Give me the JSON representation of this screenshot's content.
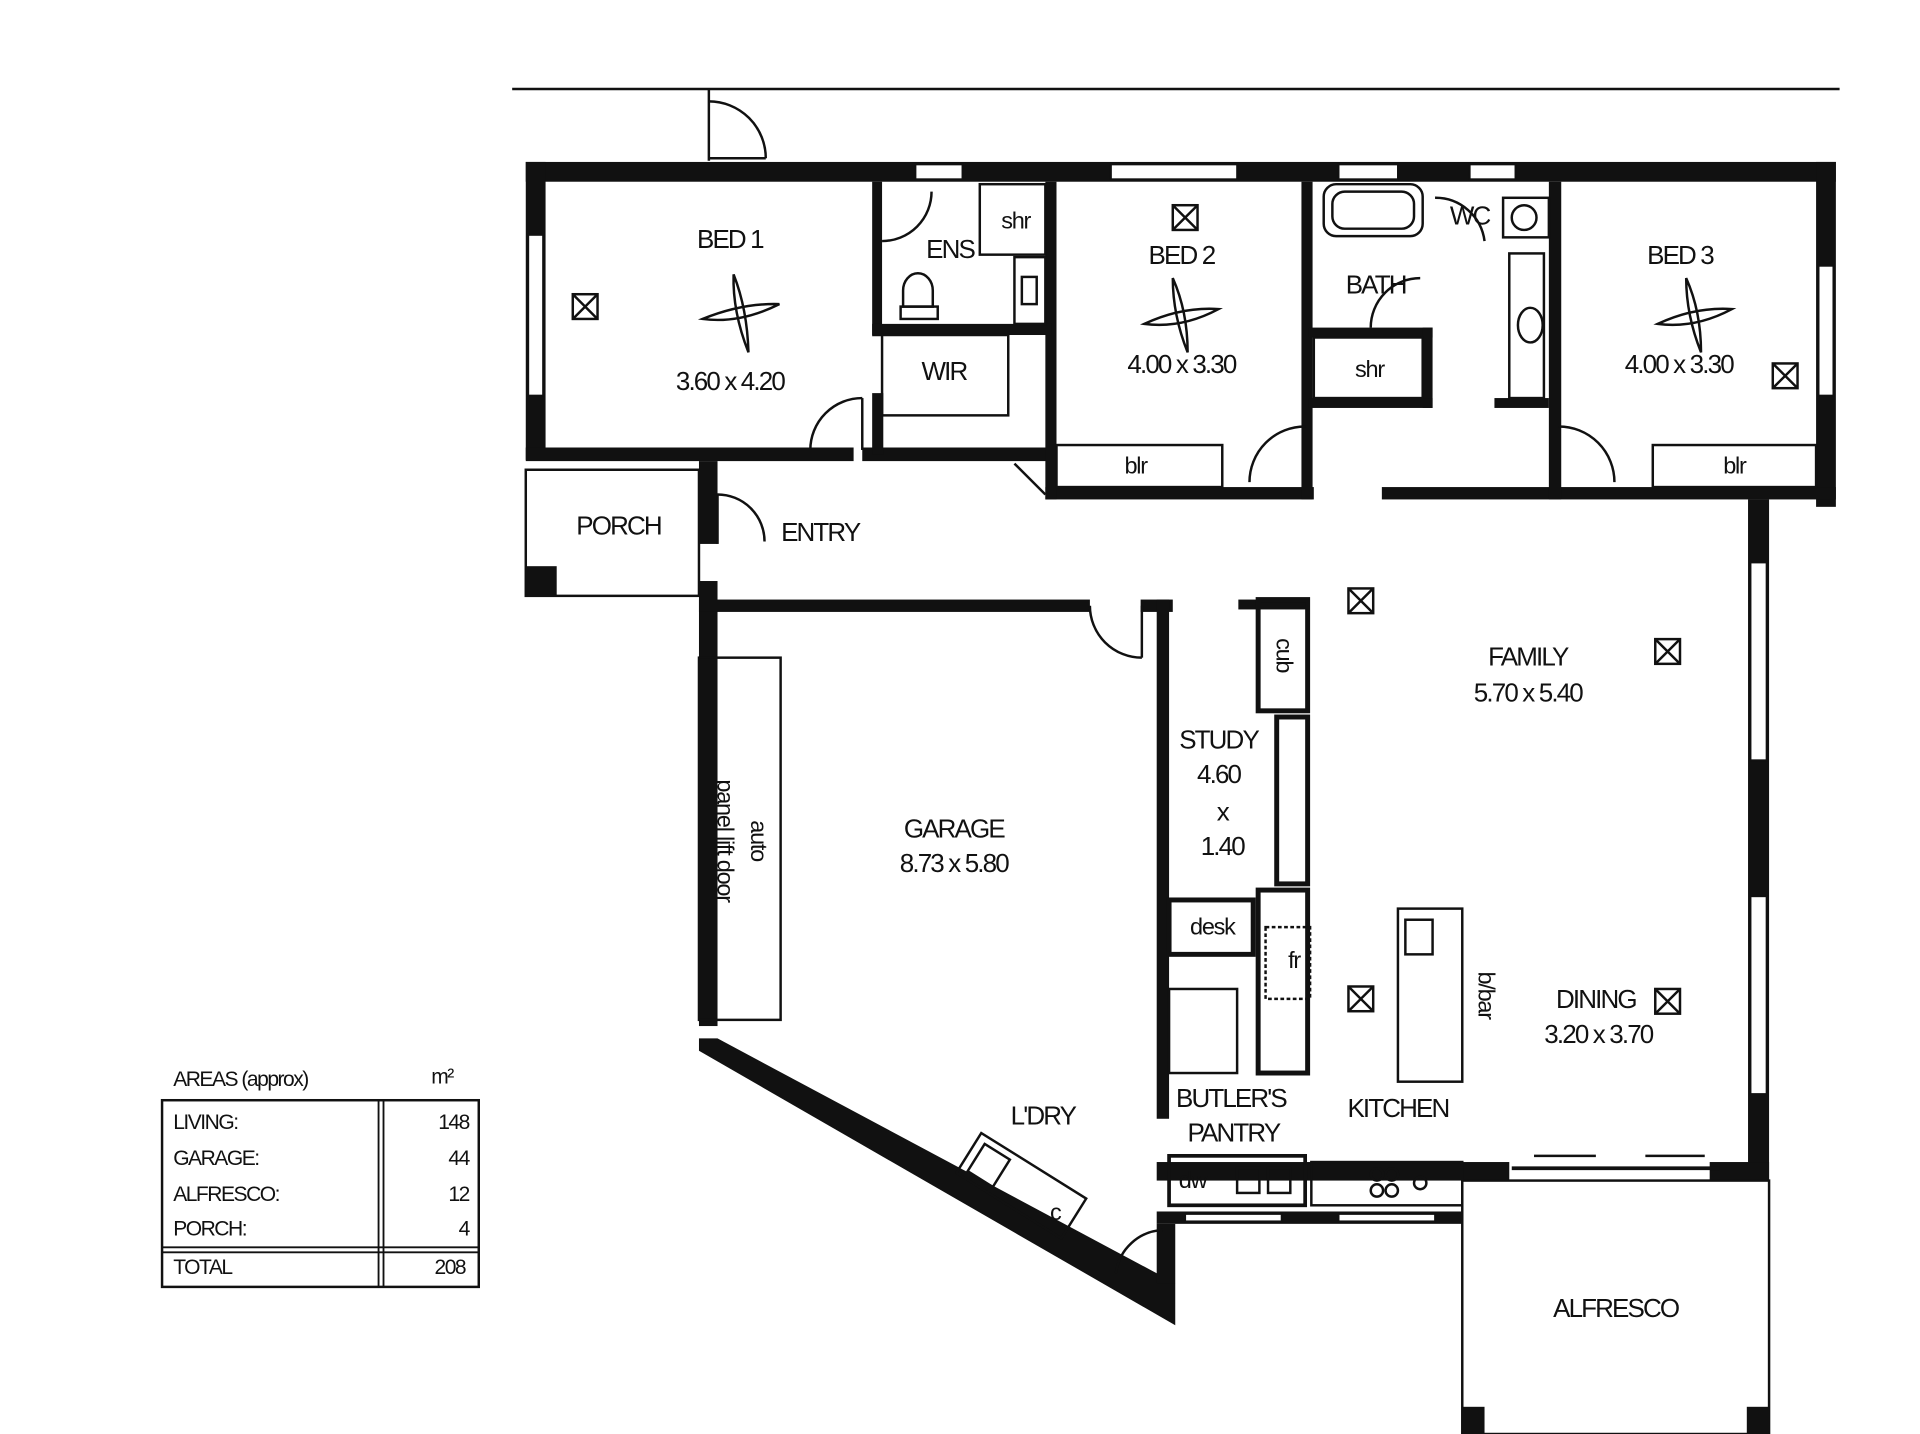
{
  "rooms": {
    "bed1": {
      "name": "BED 1",
      "size": "3.60 x 4.20"
    },
    "ens": {
      "name": "ENS"
    },
    "ens_shr": {
      "name": "shr"
    },
    "wir": {
      "name": "WIR"
    },
    "bed2": {
      "name": "BED 2",
      "size": "4.00 x 3.30"
    },
    "bath": {
      "name": "BATH"
    },
    "wc": {
      "name": "WC"
    },
    "bath_shr": {
      "name": "shr"
    },
    "bed3": {
      "name": "BED 3",
      "size": "4.00 x 3.30"
    },
    "blr2": {
      "name": "blr"
    },
    "blr3": {
      "name": "blr"
    },
    "porch": {
      "name": "PORCH"
    },
    "entry": {
      "name": "ENTRY"
    },
    "family": {
      "name": "FAMILY",
      "size": "5.70 x 5.40"
    },
    "cub": {
      "name": "cub"
    },
    "study": {
      "name": "STUDY",
      "size_a": "4.60",
      "size_x": "x",
      "size_b": "1.40"
    },
    "garage": {
      "name": "GARAGE",
      "size": "8.73 x 5.80"
    },
    "garage_door": {
      "line1": "auto",
      "line2": "panel lift door"
    },
    "desk": {
      "name": "desk"
    },
    "fridge": {
      "name": "fr"
    },
    "bbar": {
      "name": "b/bar"
    },
    "dining": {
      "name": "DINING",
      "size": "3.20 x 3.70"
    },
    "laundry": {
      "name": "L'DRY"
    },
    "laundry_c": {
      "name": "c"
    },
    "butlers": {
      "line1": "BUTLER'S",
      "line2": "PANTRY"
    },
    "kitchen": {
      "name": "KITCHEN"
    },
    "dw": {
      "name": "dw"
    },
    "alfresco": {
      "name": "ALFRESCO"
    }
  },
  "areas": {
    "title": "AREAS (approx)",
    "unit": "m²",
    "rows": [
      {
        "label": "LIVING:",
        "value": "148"
      },
      {
        "label": "GARAGE:",
        "value": "44"
      },
      {
        "label": "ALFRESCO:",
        "value": "12"
      },
      {
        "label": "PORCH:",
        "value": "4"
      }
    ],
    "total": {
      "label": "TOTAL",
      "value": "208"
    }
  }
}
